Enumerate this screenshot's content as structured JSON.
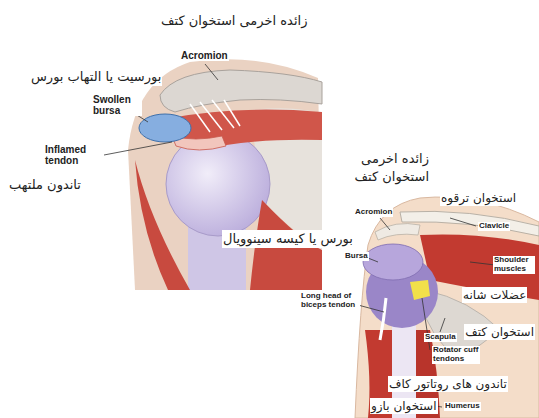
{
  "diagram": {
    "labels": [
      "زائده اخرمی استخوان کتف",
      "Acromion",
      "بورسیت یا التهاب بورس",
      "Swollen bursa",
      "Inflamed tendon",
      "تاندون ملتهب",
      "زائده اخرمی استخوان کتف",
      "استخوان ترقوه",
      "Acromion",
      "Clavicle",
      "بورس یا کیسه سینوویال",
      "Bursa",
      "Shoulder muscles",
      "عضلات شانه",
      "Long head of biceps tendon",
      "Scapula",
      "استخوان کتف",
      "Rotator cuff tendons",
      "تاندون های روتاتور کاف",
      "استخوان بازو",
      "Humerus"
    ]
  }
}
